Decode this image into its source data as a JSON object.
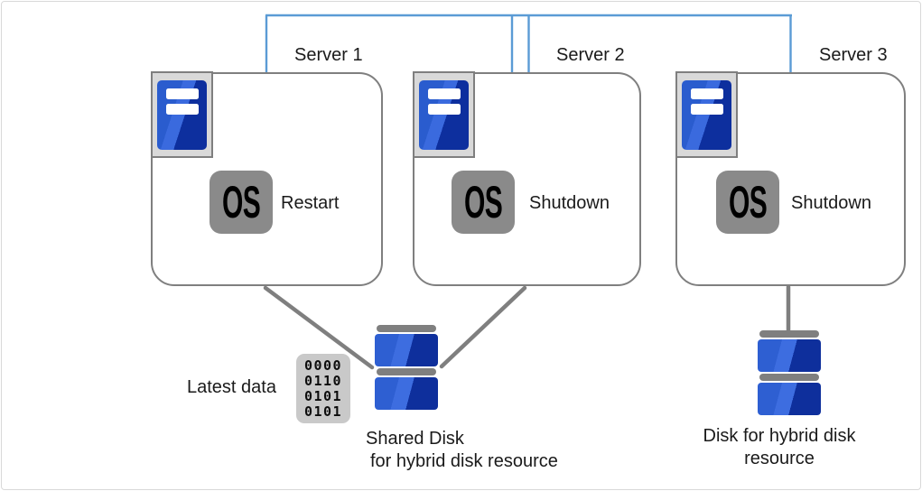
{
  "diagram": {
    "servers": [
      {
        "name": "Server 1",
        "os_badge": "OS",
        "os_status": "Restart"
      },
      {
        "name": "Server 2",
        "os_badge": "OS",
        "os_status": "Shutdown"
      },
      {
        "name": "Server 3",
        "os_badge": "OS",
        "os_status": "Shutdown"
      }
    ],
    "latest_data_label": "Latest data",
    "binary_icon": {
      "rows": [
        "0000",
        "0110",
        "0101",
        "0101"
      ]
    },
    "shared_disk_label": {
      "line1": "Shared Disk",
      "line2": "for hybrid disk resource"
    },
    "hybrid_disk_label": {
      "line1": "Disk for hybrid disk",
      "line2": "resource"
    },
    "colors": {
      "network_link_blue": "#5B9BD5",
      "outline_gray": "#7f7f7f",
      "server_tower_blue": "#2a5cce",
      "server_tower_blue_dark": "#0d2f9e",
      "disk_blue": "#2e5fd2",
      "disk_blue_dark": "#0e2f9c",
      "os_badge_gray": "#8a8a8a",
      "icon_frame_gray": "#d9d9d9",
      "binary_chip_gray": "#c9c9c9"
    }
  }
}
